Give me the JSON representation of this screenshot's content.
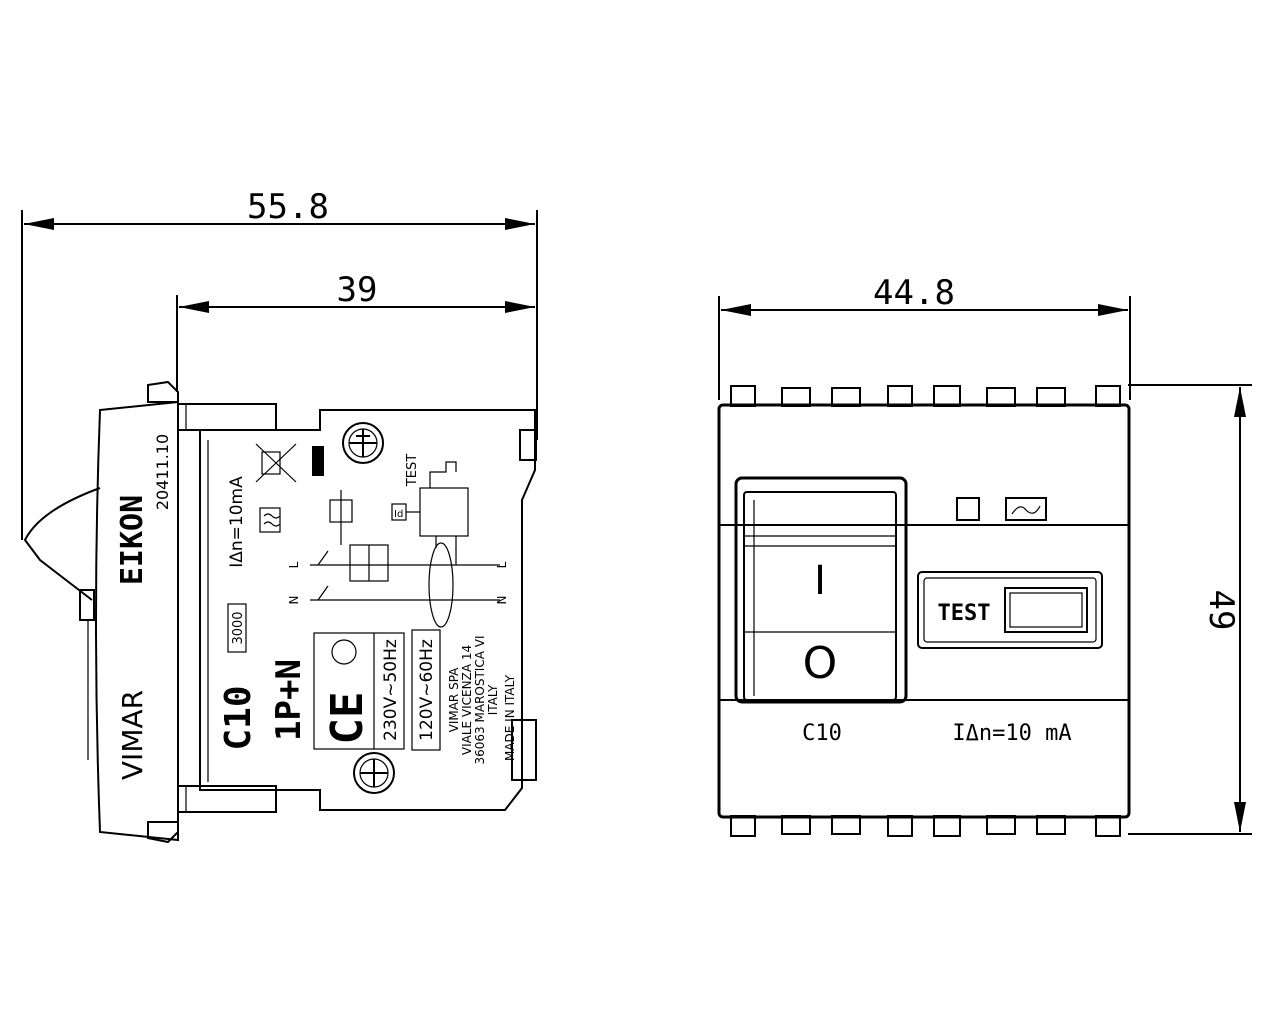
{
  "dimensions": {
    "overall_depth": "55.8",
    "body_depth": "39",
    "width": "44.8",
    "height": "49"
  },
  "side_view": {
    "brand_series": "EIKON",
    "article_code": "20411.10",
    "brand": "VIMAR",
    "rating": "C10",
    "poles": "1P+N",
    "sensitivity": "IΔn=10mA",
    "breaking_capacity": "3000",
    "ce_mark": "CE",
    "voltage_50": "230V~50Hz",
    "voltage_60": "120V~60Hz",
    "manufacturer_lines": [
      "VIMAR SPA",
      "VIALE VICENZA 14",
      "36063 MAROSTICA VI",
      "ITALY"
    ],
    "made_in": "MADE IN ITALY",
    "test_label": "TEST",
    "terminal_L": "L",
    "terminal_N": "N",
    "id_label": "Id"
  },
  "front_view": {
    "on_label": "I",
    "off_label": "O",
    "test_button_label": "TEST",
    "rating": "C10",
    "sensitivity": "IΔn=10 mA"
  },
  "colors": {
    "line": "#000000",
    "background": "#ffffff"
  }
}
